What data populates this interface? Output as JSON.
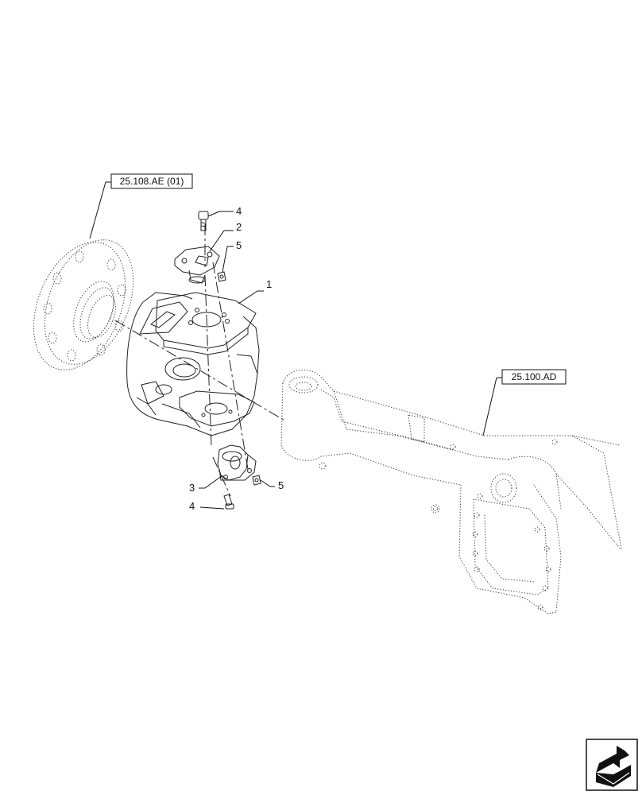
{
  "references": {
    "hub_assembly": "25.108.AE (01)",
    "axle_housing": "25.100.AD"
  },
  "callouts": {
    "steering_knuckle": "1",
    "upper_king_pin_cap": "2",
    "lower_king_pin_cap": "3",
    "upper_bolt": "4",
    "lower_bolt": "4",
    "upper_grease_fitting": "5",
    "lower_grease_fitting": "5"
  },
  "icons": {
    "nav": "next-page-arrow-icon"
  }
}
